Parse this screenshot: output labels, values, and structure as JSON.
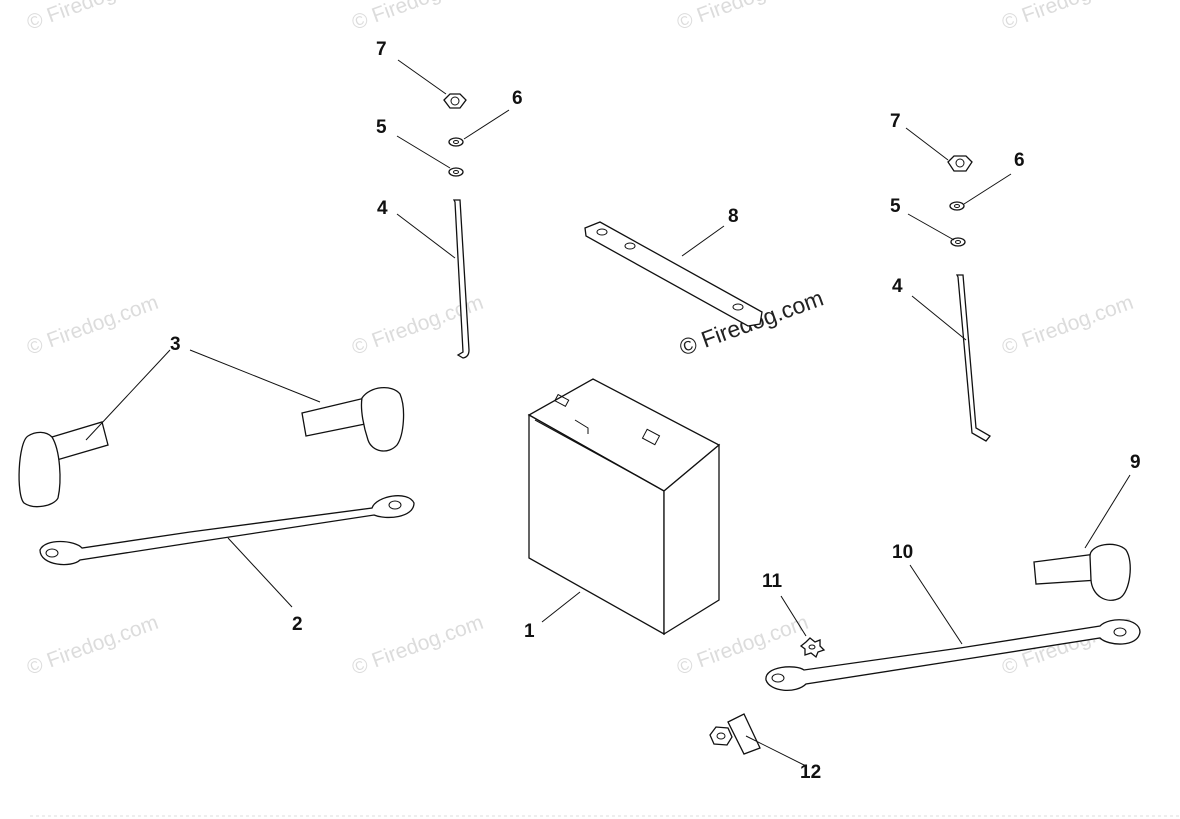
{
  "watermark": {
    "text": "© Firedog.com",
    "center_text": "© Firedog.com"
  },
  "parts": [
    {
      "id": "battery",
      "number": "1"
    },
    {
      "id": "cable-left",
      "number": "2"
    },
    {
      "id": "boot-left",
      "number": "3"
    },
    {
      "id": "rod-left",
      "number": "4"
    },
    {
      "id": "rod-right",
      "number": "4"
    },
    {
      "id": "washer-left",
      "number": "5"
    },
    {
      "id": "washer-right",
      "number": "5"
    },
    {
      "id": "lockwasher-left",
      "number": "6"
    },
    {
      "id": "lockwasher-right",
      "number": "6"
    },
    {
      "id": "nut-left",
      "number": "7"
    },
    {
      "id": "nut-right",
      "number": "7"
    },
    {
      "id": "hold-down-bracket",
      "number": "8"
    },
    {
      "id": "boot-right",
      "number": "9"
    },
    {
      "id": "cable-right",
      "number": "10"
    },
    {
      "id": "star-washer",
      "number": "11"
    },
    {
      "id": "bolt",
      "number": "12"
    }
  ]
}
